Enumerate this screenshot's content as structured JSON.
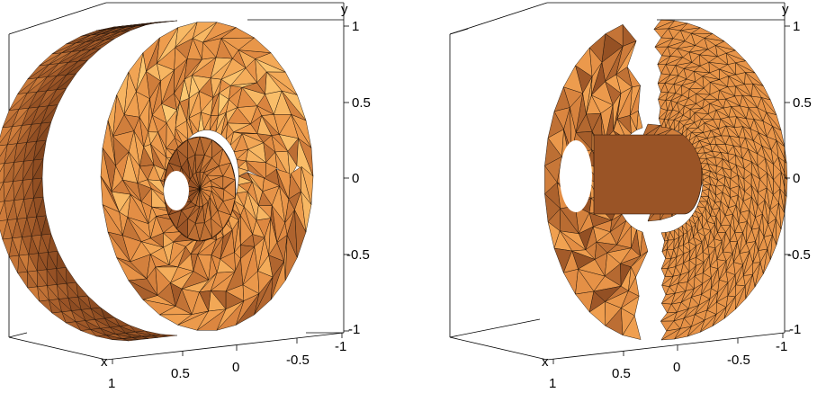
{
  "colors": {
    "face_light": "#ffd27a",
    "face_mid": "#f0a050",
    "face_base": "#e08a42",
    "face_dark": "#9a5426",
    "face_deep": "#5e3012",
    "edge": "#1a0e06",
    "box": "#000000"
  },
  "panels": [
    {
      "view": "full",
      "axes": {
        "y_label": "y",
        "x_label": "x",
        "y_ticks": [
          "1",
          "0.5",
          "0",
          "-0.5",
          "-1"
        ],
        "x_ticks": [
          "1",
          "0.5",
          "0",
          "-0.5",
          "-1"
        ]
      }
    },
    {
      "view": "cut",
      "axes": {
        "y_label": "y",
        "x_label": "x",
        "y_ticks": [
          "1",
          "0.5",
          "0",
          "-0.5",
          "-1"
        ],
        "x_ticks": [
          "1",
          "0.5",
          "0",
          "-0.5",
          "-1"
        ]
      }
    }
  ]
}
